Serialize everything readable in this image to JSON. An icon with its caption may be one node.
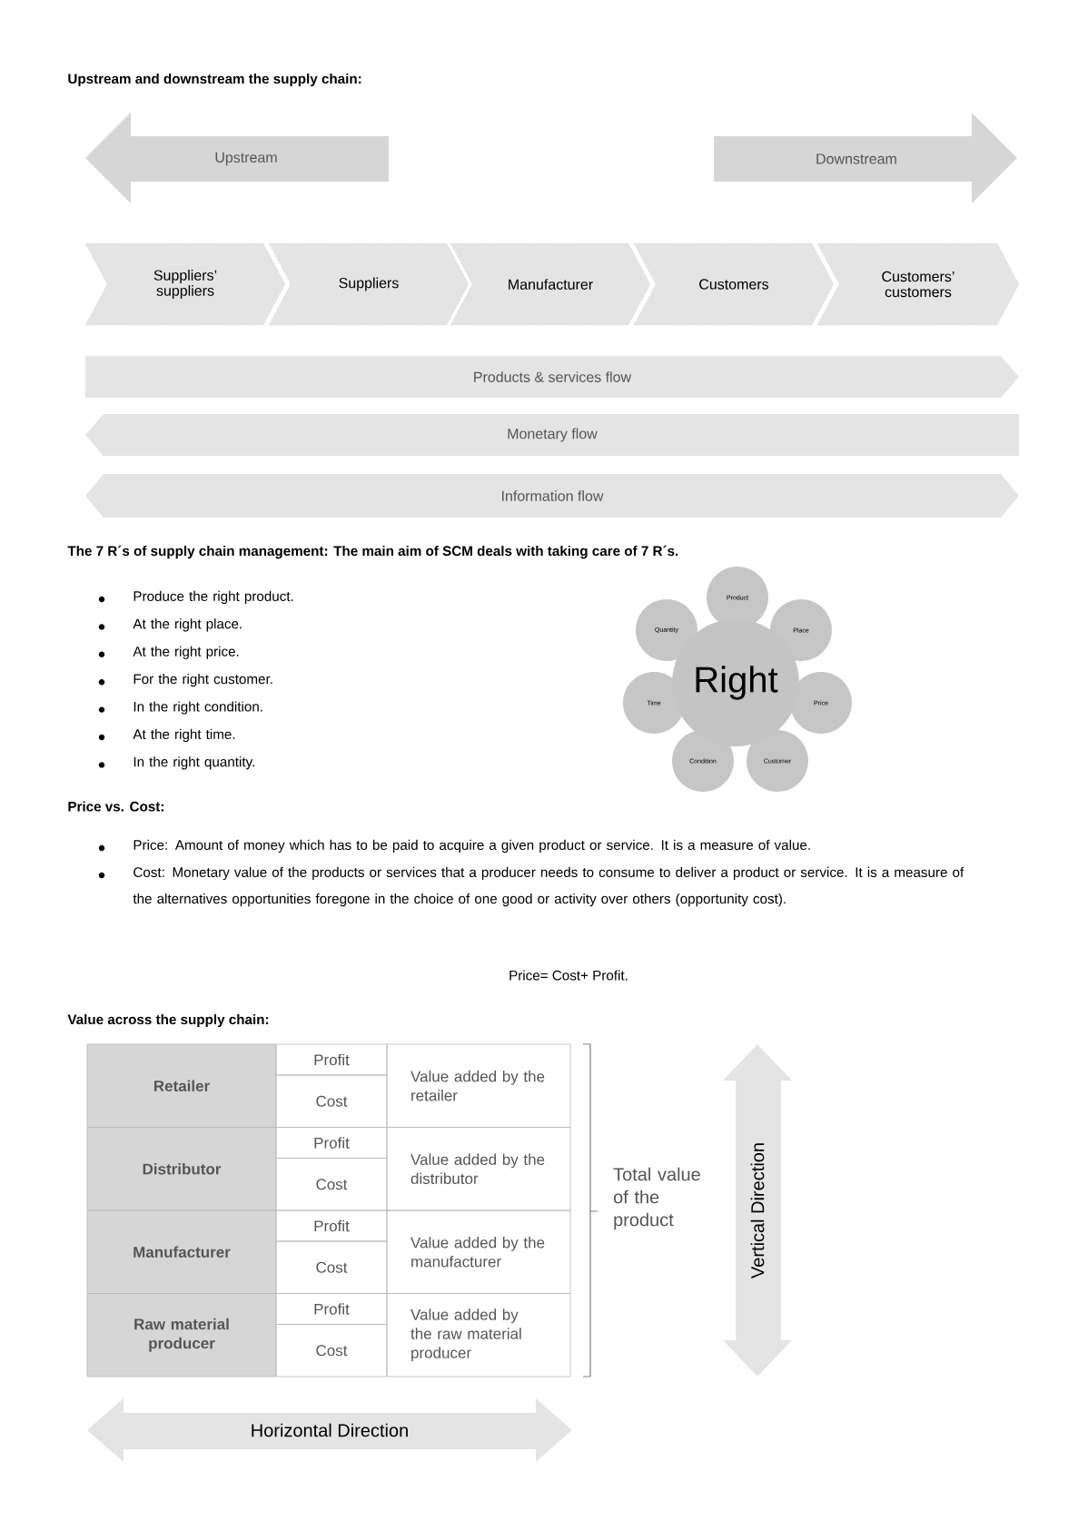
{
  "diagram": {
    "nodes": [
      {
        "text": [
          "Upstream"
        ]
      },
      {
        "text": [
          "Downstream"
        ]
      },
      {
        "text": [
          "Suppliers’ suppliers"
        ]
      },
      {
        "text": [
          "Suppliers"
        ]
      },
      {
        "text": [
          "Manufacturer"
        ]
      },
      {
        "text": [
          "Customers"
        ]
      },
      {
        "text": [
          "Customers’ customers"
        ]
      },
      {
        "text": [
          "Products & services flow"
        ]
      },
      {
        "text": [
          "Monetary flow"
        ]
      },
      {
        "text": [
          "Information flow"
        ]
      },
      {
        "text": [
          "Right"
        ]
      },
      {
        "text": [
          "Product"
        ]
      },
      {
        "text": [
          "Place"
        ]
      },
      {
        "text": [
          "Price"
        ]
      },
      {
        "text": [
          "Customer"
        ]
      },
      {
        "text": [
          "Condition"
        ]
      },
      {
        "text": [
          "Time"
        ]
      },
      {
        "text": [
          "Quantity"
        ]
      },
      {
        "text": [
          "Vertical Direction"
        ]
      },
      {
        "text": [
          "Horizontal Direction"
        ]
      }
    ],
    "labels": [
      "Upstream and downstream the supply chain:",
      "The 7 R´s of supply chain management: The main aim of SCM deals with taking care of 7 R´s.",
      "Produce the right product.",
      "At the right place.",
      "At the right price.",
      "For the right customer.",
      "In the right condition.",
      "At the right time.",
      "In the right quantity.",
      "Price vs. Cost:",
      "Price: Amount of money which has to be paid to acquire a given product or service. It is a measure of value.",
      "Cost: Monetary value of the products or services that a producer needs to consume to deliver a product or service. It is a measure of the alternatives opportunities foregone in the choice of one good or activity over others (opportunity cost).",
      "Price= Cost+ Profit.",
      "Value across the supply chain:",
      "Retailer",
      "Profit",
      "Value added by the retailer",
      "Cost",
      "Distributor",
      "Profit",
      "Value added by the distributor",
      "Cost",
      "Manufacturer",
      "Profit",
      "Value added by the manufacturer",
      "Cost",
      "Raw material producer",
      "Profit",
      "Value added by the raw material producer",
      "Cost",
      "Total value of the product"
    ]
  }
}
